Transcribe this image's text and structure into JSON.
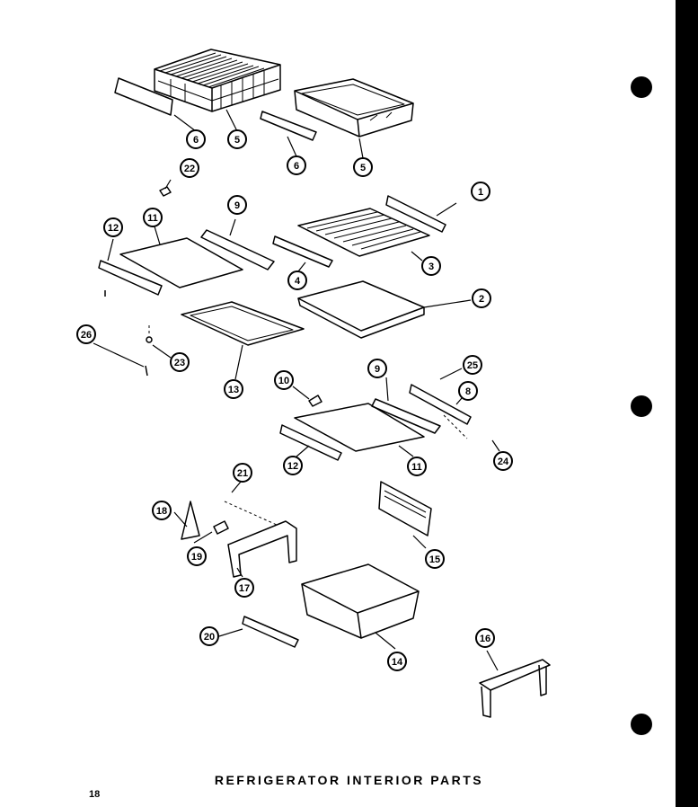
{
  "document": {
    "caption": "REFRIGERATOR INTERIOR PARTS",
    "page_number": "18"
  },
  "callouts": [
    "6",
    "5",
    "6",
    "5",
    "22",
    "1",
    "9",
    "11",
    "12",
    "4",
    "3",
    "2",
    "26",
    "23",
    "13",
    "25",
    "10",
    "9",
    "8",
    "12",
    "11",
    "24",
    "21",
    "18",
    "19",
    "17",
    "15",
    "20",
    "14",
    "16"
  ]
}
